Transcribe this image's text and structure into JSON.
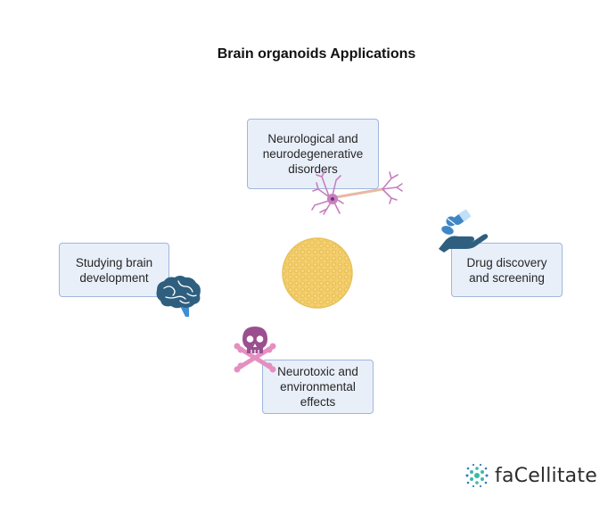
{
  "title": "Brain organoids Applications",
  "center": {
    "label": "brain-organoid",
    "color": "#f3cf6e"
  },
  "applications": [
    {
      "id": "top",
      "label": "Neurological and\nneurodegenerative\ndisorders",
      "icon": "neuron-icon"
    },
    {
      "id": "left",
      "label": "Studying brain\ndevelopment",
      "icon": "brain-icon"
    },
    {
      "id": "right",
      "label": "Drug discovery\nand screening",
      "icon": "pills-in-hand-icon"
    },
    {
      "id": "bottom",
      "label": "Neurotoxic and\nenvironmental\neffects",
      "icon": "skull-crossbones-icon"
    }
  ],
  "colors": {
    "box_fill": "#e9eff9",
    "box_border": "#9fb6dd",
    "neuron": "#c77fbf",
    "brain": "#2f5f7f",
    "brain_stem": "#3c8fd3",
    "pills": "#3f86c6",
    "hand": "#2f5f7f",
    "skull": "#9b4f8f",
    "bones": "#e58fc0",
    "logo_teal": "#39b9a8",
    "logo_blue": "#3a78c0"
  },
  "logo": {
    "text": "faCellitate"
  }
}
